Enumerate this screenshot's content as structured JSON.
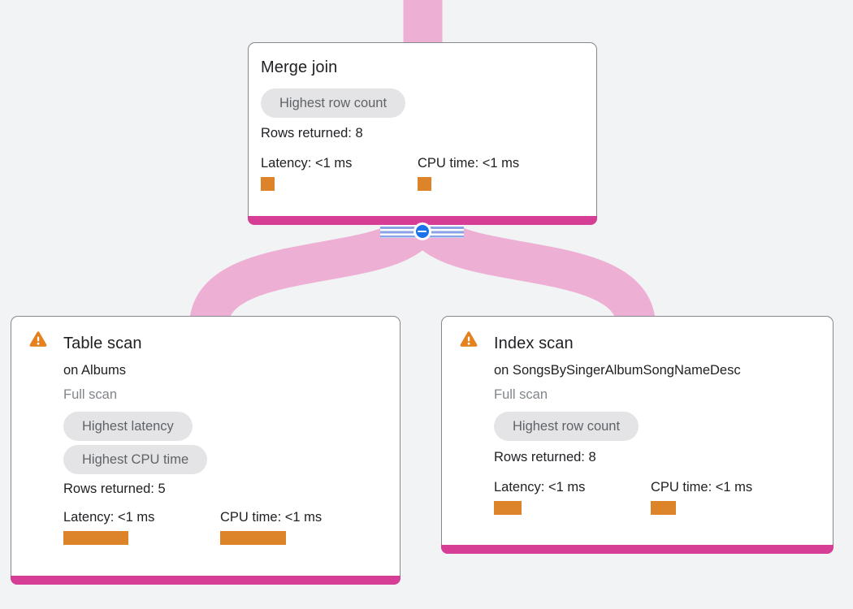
{
  "diagram": {
    "kind": "query-execution-plan-tree",
    "background_color": "#f1f3f4",
    "edge_color": "#eeafd4",
    "node_accent_color": "#d63e96",
    "metric_bar_color": "#dd8329",
    "badge_bg_color": "#e4e4e6",
    "badge_text_color": "#5f6368",
    "warning_color": "#e5821f",
    "collapse_button_color": "#1a73e8"
  },
  "nodes": [
    {
      "id": "merge-join",
      "title": "Merge join",
      "badges": [
        "Highest row count"
      ],
      "rows_returned": "Rows returned: 8",
      "latency": "Latency: <1 ms",
      "cpu_time": "CPU time: <1 ms"
    },
    {
      "id": "table-scan",
      "title": "Table scan",
      "warning_icon": "warning-icon",
      "target": "on Albums",
      "scan_mode": "Full scan",
      "badges": [
        "Highest latency",
        "Highest CPU time"
      ],
      "rows_returned": "Rows returned: 5",
      "latency": "Latency: <1 ms",
      "cpu_time": "CPU time: <1 ms"
    },
    {
      "id": "index-scan",
      "title": "Index scan",
      "warning_icon": "warning-icon",
      "target": "on SongsBySingerAlbumSongNameDesc",
      "scan_mode": "Full scan",
      "badges": [
        "Highest row count"
      ],
      "rows_returned": "Rows returned: 8",
      "latency": "Latency: <1 ms",
      "cpu_time": "CPU time: <1 ms"
    }
  ],
  "edges": [
    {
      "from": "merge-join",
      "to": "table-scan"
    },
    {
      "from": "merge-join",
      "to": "index-scan"
    },
    {
      "from": "offscreen-parent",
      "to": "merge-join"
    }
  ],
  "collapse_control": {
    "state": "expanded",
    "icon": "minus-icon"
  }
}
